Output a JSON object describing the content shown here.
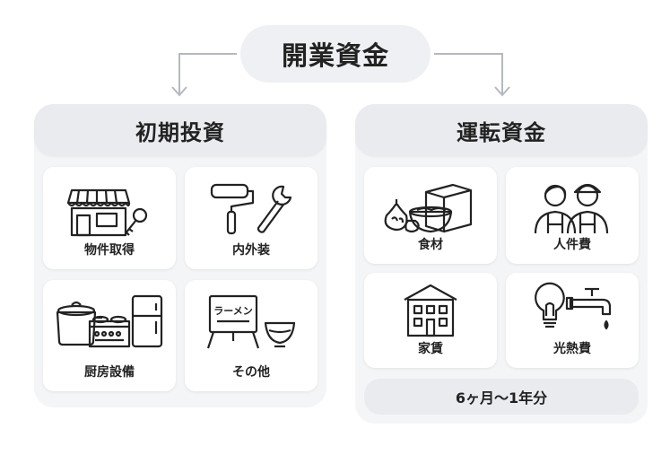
{
  "title": "開業資金",
  "initial": {
    "heading": "初期投資",
    "items": [
      {
        "label": "物件取得",
        "icon": "storefront-key-icon"
      },
      {
        "label": "内外装",
        "icon": "paint-roller-wrench-icon"
      },
      {
        "label": "厨房設備",
        "icon": "kitchen-equipment-icon"
      },
      {
        "label": "その他",
        "icon": "sign-bowl-icon"
      }
    ]
  },
  "operating": {
    "heading": "運転資金",
    "items": [
      {
        "label": "食材",
        "icon": "ingredients-icon"
      },
      {
        "label": "人件費",
        "icon": "staff-icon"
      },
      {
        "label": "家賃",
        "icon": "building-icon"
      },
      {
        "label": "光熱費",
        "icon": "bulb-faucet-icon"
      }
    ],
    "duration": "6ヶ月〜1年分"
  },
  "sign_text": "ラーメン"
}
